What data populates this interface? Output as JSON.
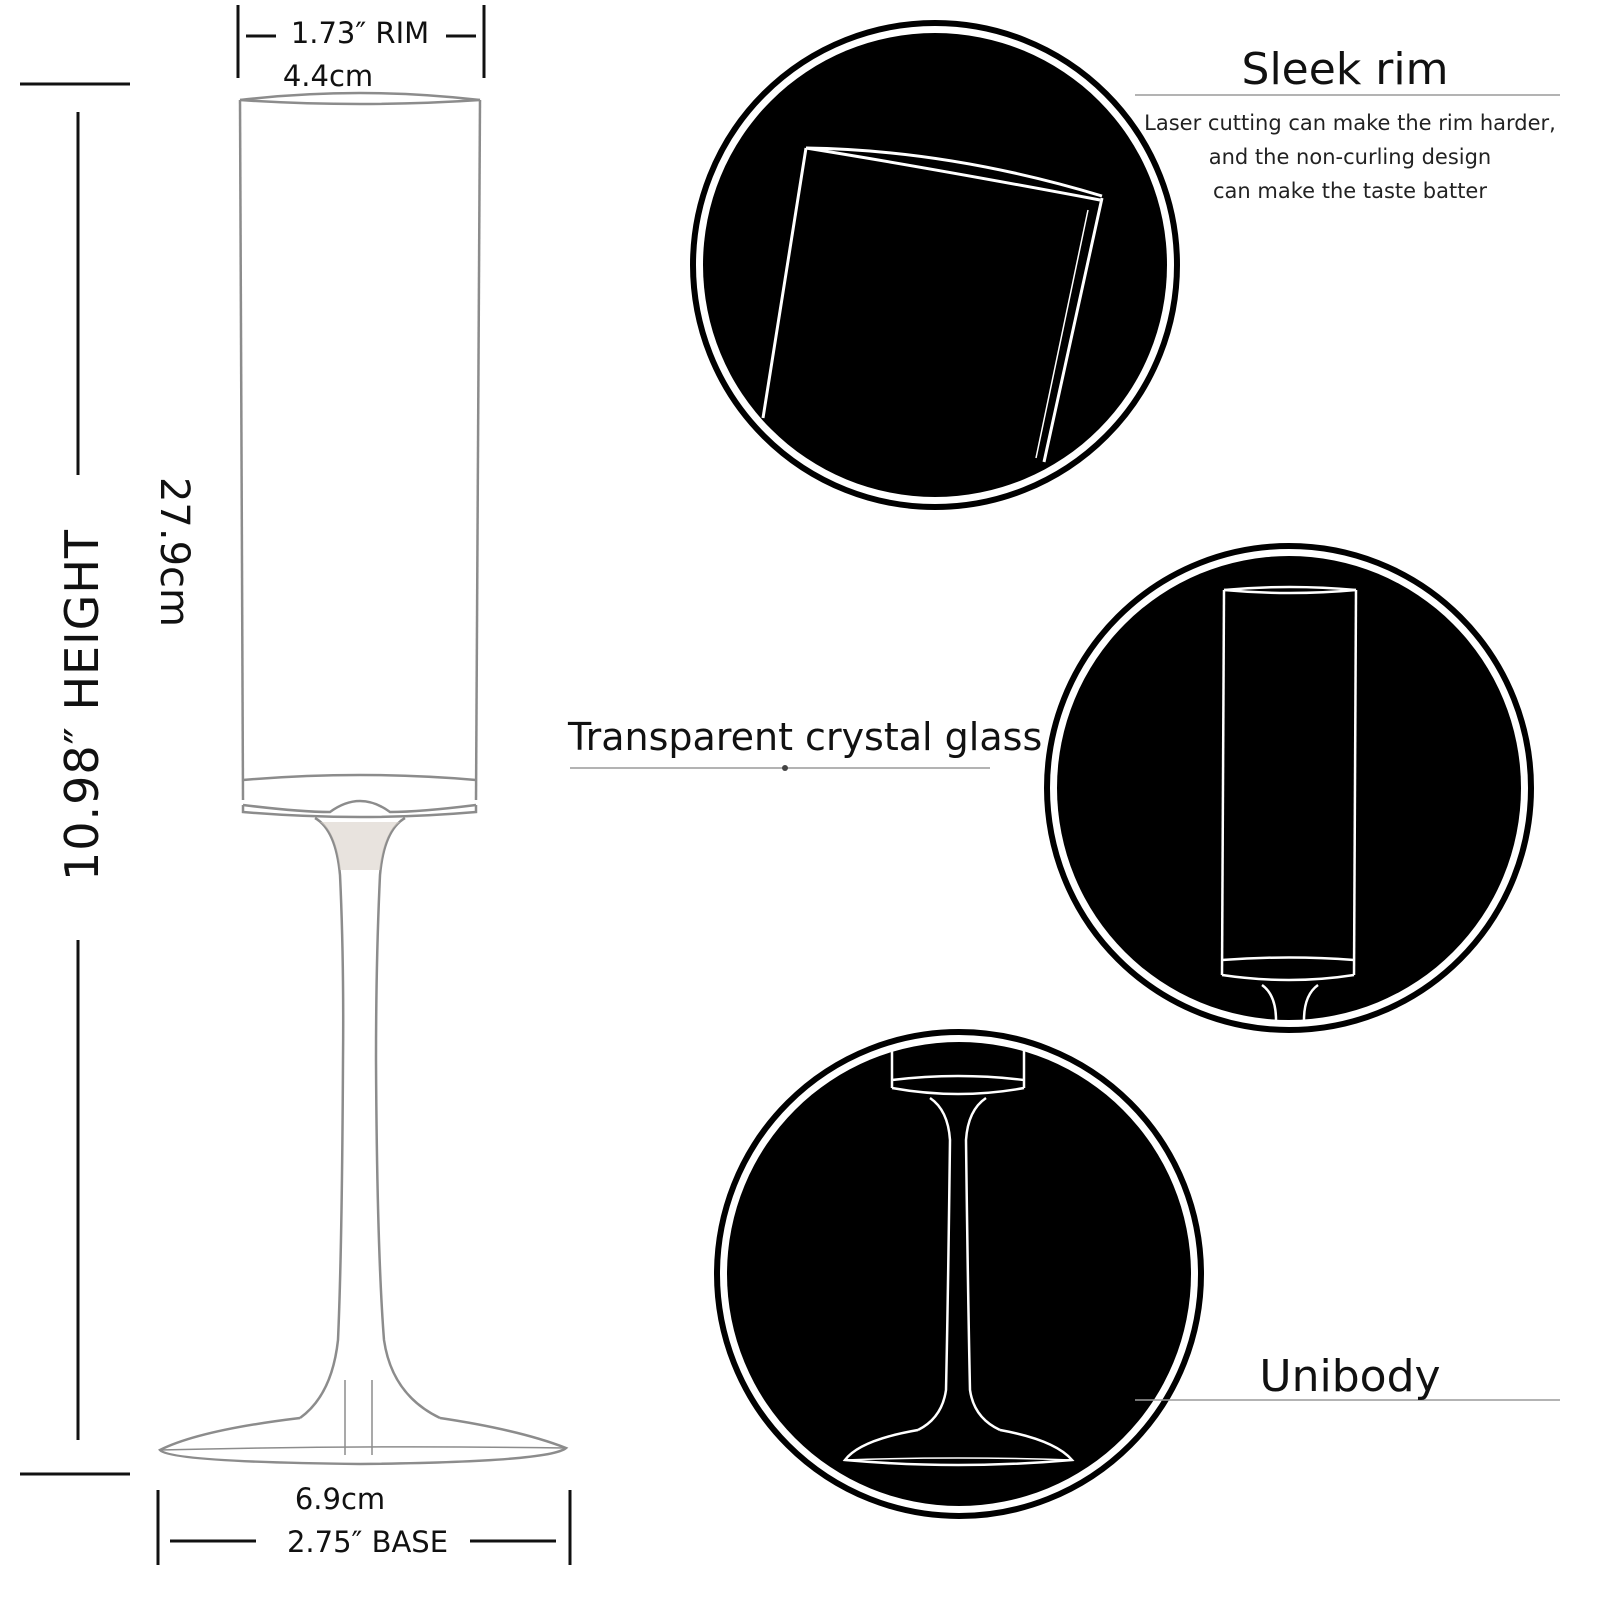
{
  "dimensions": {
    "rim_inch": "1.73″ RIM",
    "rim_cm": "4.4cm",
    "height_inch": "10.98″ HEIGHT",
    "height_cm": "27.9cm",
    "base_cm": "6.9cm",
    "base_inch": "2.75″ BASE"
  },
  "features": {
    "sleek_rim": {
      "title": "Sleek rim",
      "description": [
        "Laser cutting can make the rim harder,",
        "and the non-curling design",
        "can make the taste batter"
      ]
    },
    "transparent": {
      "title": "Transparent crystal glass"
    },
    "unibody": {
      "title": "Unibody"
    }
  },
  "colors": {
    "background": "#ffffff",
    "circle_fill": "#000000",
    "ink": "#111111",
    "glass_line": "#8c8c8c"
  }
}
